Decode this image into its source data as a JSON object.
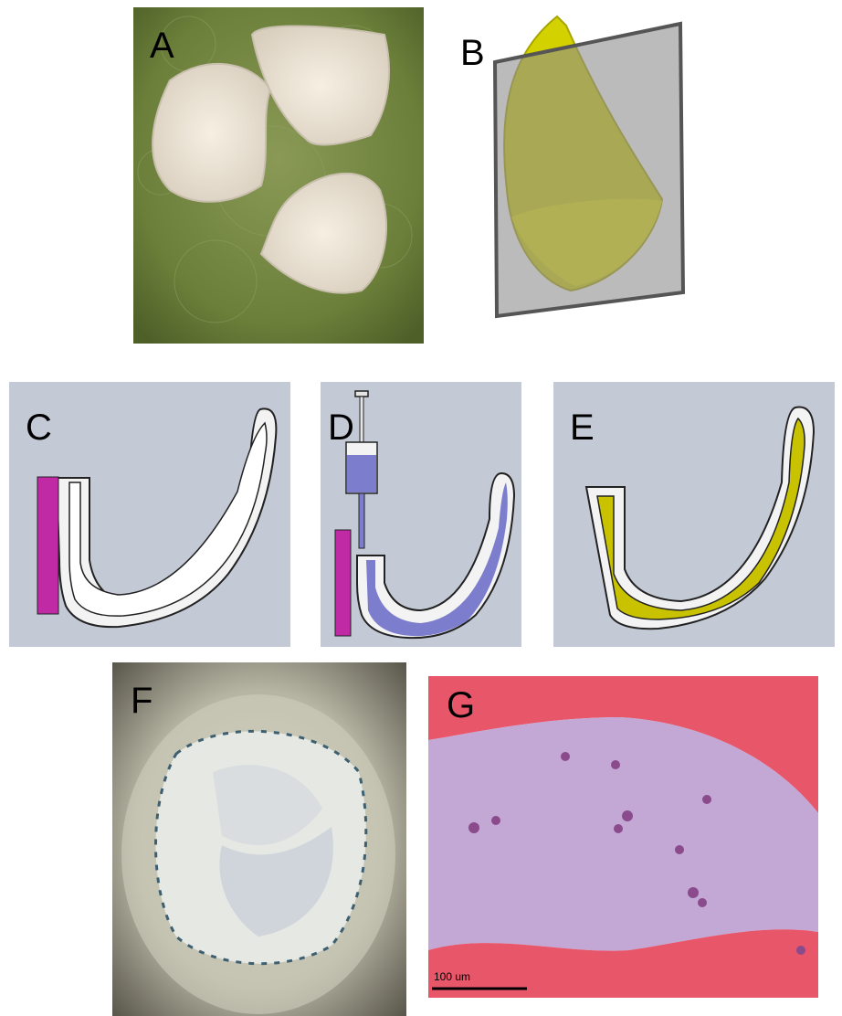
{
  "panels": {
    "a": {
      "label": "A"
    },
    "b": {
      "label": "B"
    },
    "c": {
      "label": "C"
    },
    "d": {
      "label": "D"
    },
    "e": {
      "label": "E"
    },
    "f": {
      "label": "F"
    },
    "g": {
      "label": "G",
      "scale_bar": "100 um"
    }
  },
  "colors": {
    "schematic_bg": "#c4c9d6",
    "magenta_bar": "#c02aa5",
    "blue_fill": "#7c7dcc",
    "yellow_fill": "#c8c200",
    "photo_green": "#6b7f3a",
    "histology_pink": "#e8566a",
    "histology_purple": "#c3a8d6"
  }
}
